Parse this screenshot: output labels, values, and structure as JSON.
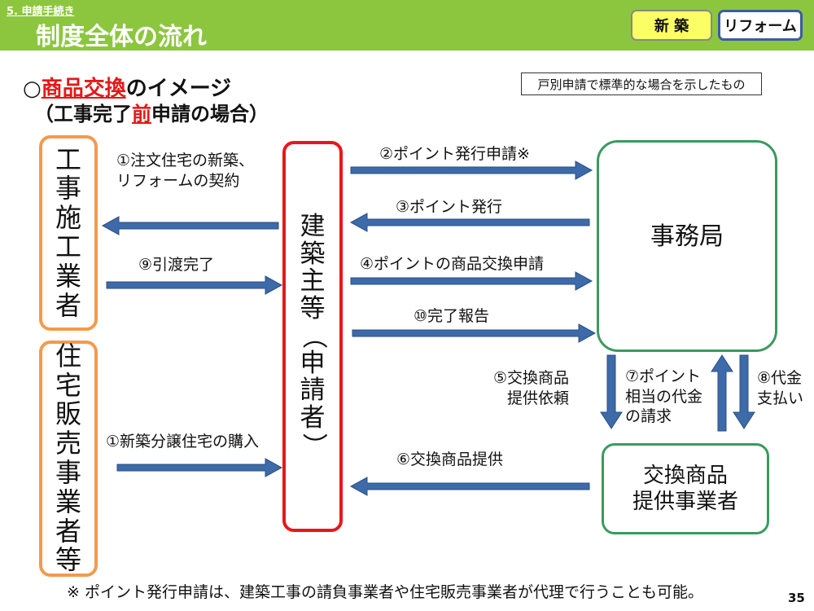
{
  "header": {
    "section_small": "5. 申請手続き",
    "section_title": "制度全体の流れ",
    "tag_new": "新 築",
    "tag_reform": "リフォーム"
  },
  "title": {
    "mark": "○",
    "highlight": "商品交換",
    "suffix": "のイメージ",
    "line2_open": "（工事完了",
    "line2_highlight": "前",
    "line2_close": "申請の場合）"
  },
  "note_box": "戸別申請で標準的な場合を示したもの",
  "boxes": {
    "contractor": [
      "工",
      "事",
      "施",
      "工",
      "業",
      "者"
    ],
    "seller": [
      "住",
      "宅",
      "販",
      "売",
      "事",
      "業",
      "者",
      "等"
    ],
    "owner": [
      "建",
      "築",
      "主",
      "等",
      "（",
      "申",
      "請",
      "者",
      "）"
    ],
    "secretariat": "事務局",
    "provider": [
      "交換商品",
      "提供事業者"
    ]
  },
  "labels": {
    "l1_contract": [
      "①注文住宅の新築、",
      "リフォームの契約"
    ],
    "l9": "⑨引渡完了",
    "l1_purchase": "①新築分譲住宅の購入",
    "l2": "②ポイント発行申請※",
    "l3": "③ポイント発行",
    "l4": "④ポイントの商品交換申請",
    "l10": "⑩完了報告",
    "l5": [
      "⑤交換商品",
      "提供依頼"
    ],
    "l6": "⑥交換商品提供",
    "l7": [
      "⑦ポイント",
      "相当の代金",
      "の請求"
    ],
    "l8": [
      "⑧代金",
      "支払い"
    ]
  },
  "colors": {
    "header": "#8cc63f",
    "arrow": "#3d6aa8",
    "highlight": "#e41818",
    "orange_border": "#f39a4b",
    "red_border": "#e8171b",
    "green_border": "#3a9a5e"
  },
  "footnote": "※ ポイント発行申請は、建築工事の請負事業者や住宅販売事業者が代理で行うことも可能。",
  "page_number": "35"
}
